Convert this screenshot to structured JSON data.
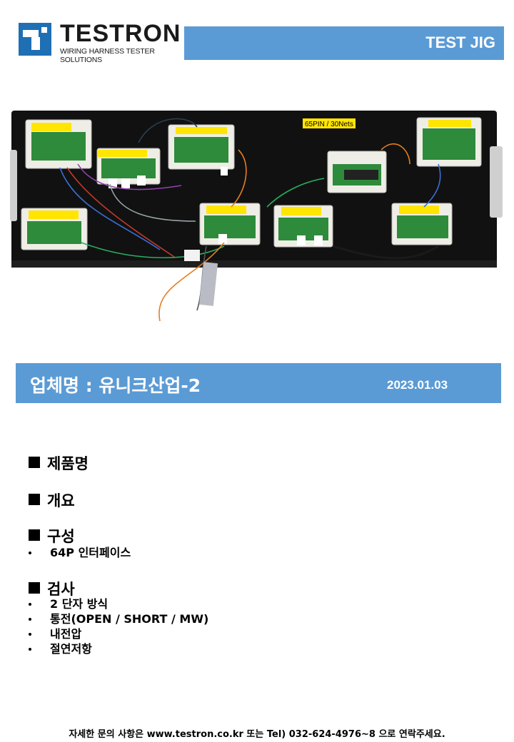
{
  "logo": {
    "name": "TESTRON",
    "tagline": "WIRING HARNESS TESTER SOLUTIONS",
    "brand_color": "#1f6fb5"
  },
  "header": {
    "title": "TEST JIG",
    "color": "#5b9bd5"
  },
  "photo": {
    "labels": {
      "pin_label": "65PIN / 30Nets"
    }
  },
  "company": {
    "name": "업체명 : 유니크산업-2",
    "date": "2023.01.03"
  },
  "sections": [
    {
      "title": "제품명",
      "items": []
    },
    {
      "title": "개요",
      "items": []
    },
    {
      "title": "구성",
      "items": [
        "64P 인터페이스"
      ]
    },
    {
      "title": "검사",
      "items": [
        "2 단자 방식",
        "통전(OPEN / SHORT / MW)",
        "내전압",
        "절연저항"
      ]
    }
  ],
  "footer": {
    "text": "자세한 문의 사항은 www.testron.co.kr 또는 Tel) 032-624-4976~8 으로 연락주세요."
  }
}
